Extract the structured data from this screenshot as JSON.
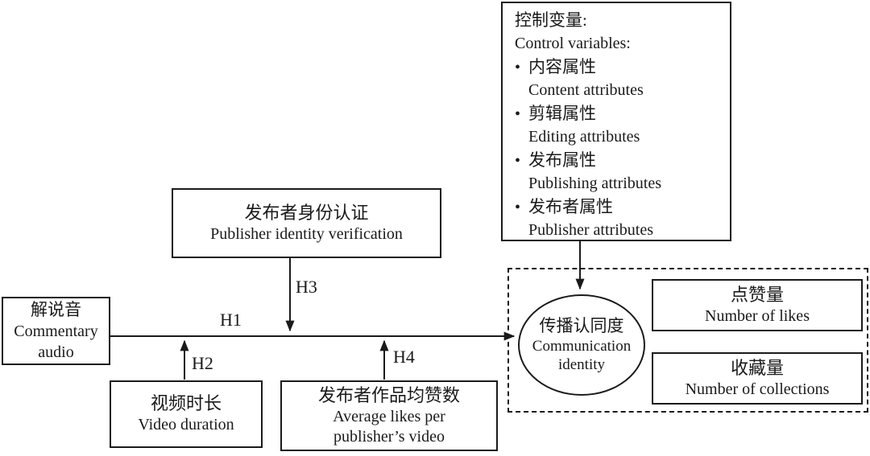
{
  "diagram": {
    "control_box": {
      "title_zh": "控制变量:",
      "title_en": "Control variables:",
      "bullet": "•",
      "items": [
        {
          "zh": "内容属性",
          "en": "Content attributes"
        },
        {
          "zh": "剪辑属性",
          "en": "Editing attributes"
        },
        {
          "zh": "发布属性",
          "en": "Publishing attributes"
        },
        {
          "zh": "发布者属性",
          "en": "Publisher attributes"
        }
      ]
    },
    "publisher_verification_box": {
      "zh": "发布者身份认证",
      "en": "Publisher identity verification"
    },
    "commentary_box": {
      "zh": "解说音",
      "en_line1": "Commentary",
      "en_line2": "audio"
    },
    "video_duration_box": {
      "zh": "视频时长",
      "en": "Video duration"
    },
    "avg_likes_box": {
      "zh": "发布者作品均赞数",
      "en_line1": "Average likes per",
      "en_line2": "publisher’s video"
    },
    "communication_ellipse": {
      "zh": "传播认同度",
      "en_line1": "Communication",
      "en_line2": "identity"
    },
    "likes_box": {
      "zh": "点赞量",
      "en": "Number of likes"
    },
    "collections_box": {
      "zh": "收藏量",
      "en": "Number of collections"
    },
    "hypotheses": {
      "h1": "H1",
      "h2": "H2",
      "h3": "H3",
      "h4": "H4"
    },
    "colors": {
      "ink": "#1a1a1a",
      "background": "#ffffff"
    }
  }
}
